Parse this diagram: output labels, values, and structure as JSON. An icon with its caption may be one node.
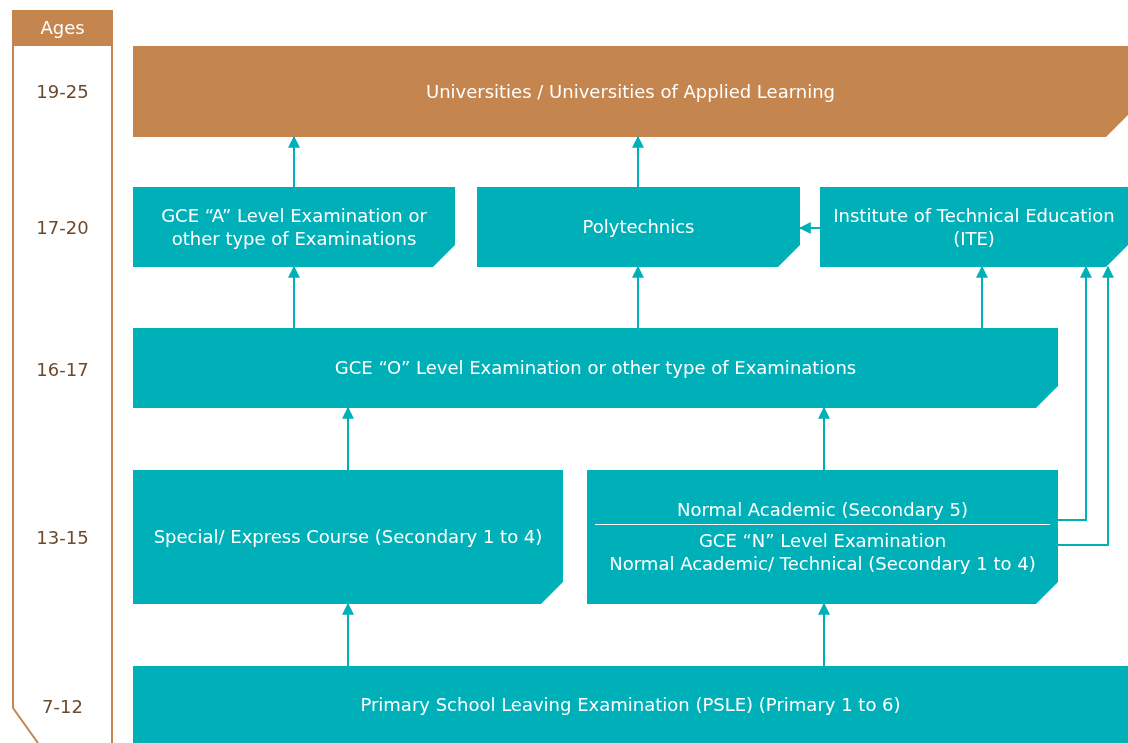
{
  "diagram": {
    "nodes": [
      {
        "text": [
          "Ages",
          "19-25",
          "17-20",
          "16-17",
          "13-15",
          "7-12"
        ]
      },
      {
        "text": [
          "Universities / Universities of Applied Learning"
        ]
      },
      {
        "text": [
          "GCE “A” Level Examination or other type of Examinations"
        ]
      },
      {
        "text": [
          "Polytechnics"
        ]
      },
      {
        "text": [
          "Institute of Technical Education (ITE)"
        ]
      },
      {
        "text": [
          "GCE “O” Level Examination or other type of Examinations"
        ]
      },
      {
        "text": [
          "Special/ Express Course (Secondary 1 to 4)"
        ]
      },
      {
        "text": [
          "Normal Academic (Secondary 5)",
          "GCE “N” Level Examination",
          "Normal Academic/ Technical (Secondary 1 to 4)"
        ]
      },
      {
        "text": [
          "Primary School Leaving Examination (PSLE) (Primary 1 to 6)"
        ]
      }
    ],
    "edges": [
      {
        "from": 2,
        "to": 1,
        "arrow": "to"
      },
      {
        "from": 3,
        "to": 1,
        "arrow": "to"
      },
      {
        "from": 4,
        "to": 3,
        "arrow": "to"
      },
      {
        "from": 5,
        "to": 2,
        "arrow": "to"
      },
      {
        "from": 5,
        "to": 3,
        "arrow": "to"
      },
      {
        "from": 5,
        "to": 4,
        "arrow": "to"
      },
      {
        "from": 6,
        "to": 5,
        "arrow": "to"
      },
      {
        "from": 7,
        "to": 5,
        "arrow": "to"
      },
      {
        "from": 7,
        "to": 4,
        "arrow": "to"
      },
      {
        "from": 7,
        "to": 4,
        "arrow": "to"
      },
      {
        "from": 8,
        "to": 6,
        "arrow": "to"
      },
      {
        "from": 8,
        "to": 7,
        "arrow": "to"
      }
    ]
  }
}
